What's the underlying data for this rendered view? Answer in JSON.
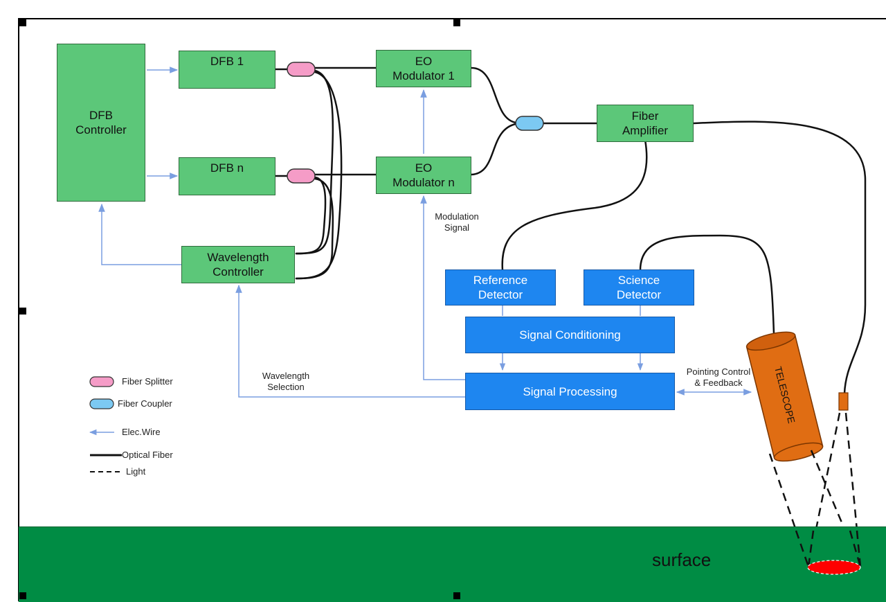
{
  "boxes": {
    "dfb_controller": [
      "DFB",
      "Controller"
    ],
    "dfb1": "DFB 1",
    "dfbn": "DFB n",
    "eo_mod1": [
      "EO",
      "Modulator 1"
    ],
    "eo_modn": [
      "EO",
      "Modulator n"
    ],
    "fiber_amp": [
      "Fiber",
      "Amplifier"
    ],
    "wavelength_controller": [
      "Wavelength",
      "Controller"
    ],
    "reference_detector": [
      "Reference",
      "Detector"
    ],
    "science_detector": [
      "Science",
      "Detector"
    ],
    "signal_conditioning": "Signal Conditioning",
    "signal_processing": "Signal Processing",
    "telescope": "TELESCOPE"
  },
  "labels": {
    "modulation_signal": [
      "Modulation",
      "Signal"
    ],
    "wavelength_selection": [
      "Wavelength",
      "Selection"
    ],
    "pointing_control": [
      "Pointing Control",
      "& Feedback"
    ],
    "surface": "surface"
  },
  "legend": {
    "fiber_splitter": "Fiber Splitter",
    "fiber_coupler": "Fiber Coupler",
    "elec_wire": "Elec.Wire",
    "optical_fiber": "Optical Fiber",
    "light": "Light"
  },
  "colors": {
    "box_green": "#5cc779",
    "box_blue": "#1e86f0",
    "splitter_pink": "#f59cc7",
    "coupler_blue": "#7cc9f2",
    "wire": "#7a9ee0",
    "telescope_orange": "#e06d13",
    "surface_green": "#008c44",
    "spot_red": "#ff0000"
  }
}
